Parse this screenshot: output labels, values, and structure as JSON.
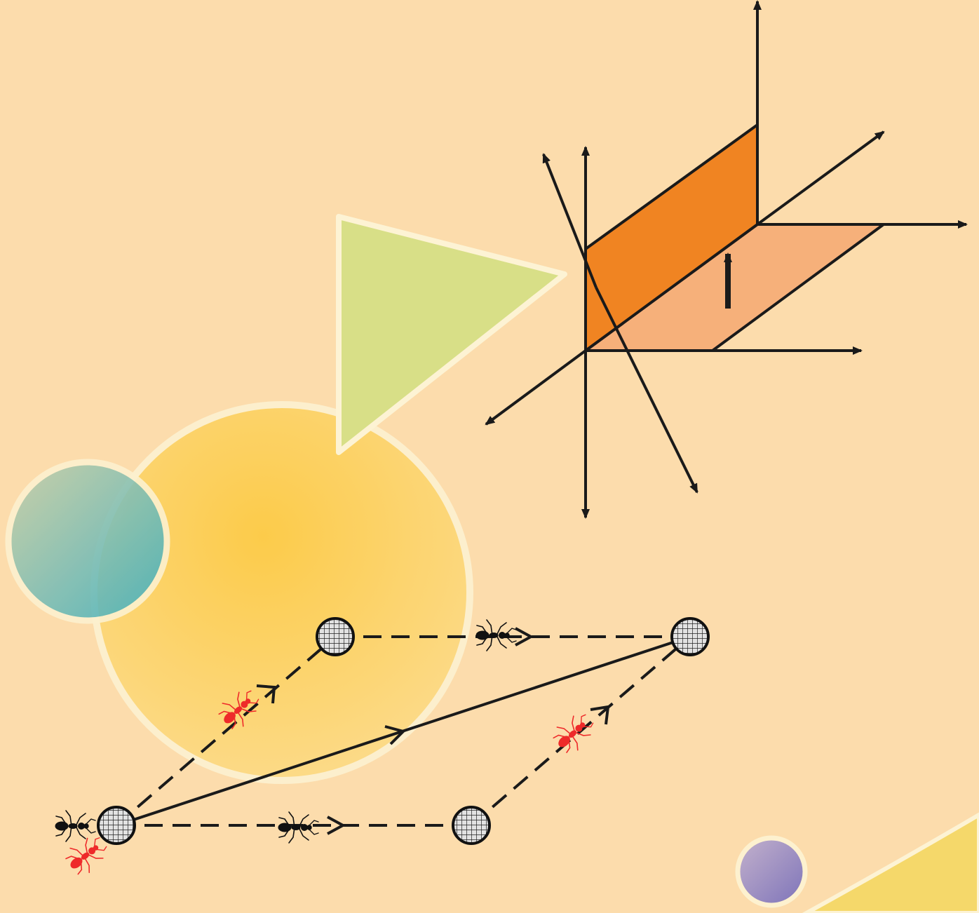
{
  "colors": {
    "background": "#fcdcac",
    "triangle": "#d8df87",
    "big_circle": "#fdcf5b",
    "teal_circle": "#55b5b9",
    "purple_circle": "#9a8ec3",
    "corner_wedge": "#f5d86a",
    "vertical_plane": "#f08422",
    "horizontal_plane": "#f6b07a",
    "red_ant": "#ee2a2a",
    "black_ant": "#111111",
    "line": "#1a1a1a",
    "node_fill": "#d8d8d8"
  },
  "diagram": {
    "nodes": [
      "source",
      "upper",
      "destination",
      "lower"
    ],
    "edges": [
      {
        "from": "source",
        "to": "upper",
        "style": "dashed"
      },
      {
        "from": "upper",
        "to": "destination",
        "style": "dashed"
      },
      {
        "from": "source",
        "to": "destination",
        "style": "solid"
      },
      {
        "from": "source",
        "to": "lower",
        "style": "dashed"
      },
      {
        "from": "lower",
        "to": "destination",
        "style": "dashed"
      }
    ],
    "ants": [
      {
        "color": "black",
        "on": "upper-destination"
      },
      {
        "color": "black",
        "on": "source-lower"
      },
      {
        "color": "red",
        "on": "source-upper"
      },
      {
        "color": "red",
        "on": "lower-destination"
      },
      {
        "color": "black",
        "on": "source"
      },
      {
        "color": "red",
        "on": "source"
      }
    ]
  }
}
